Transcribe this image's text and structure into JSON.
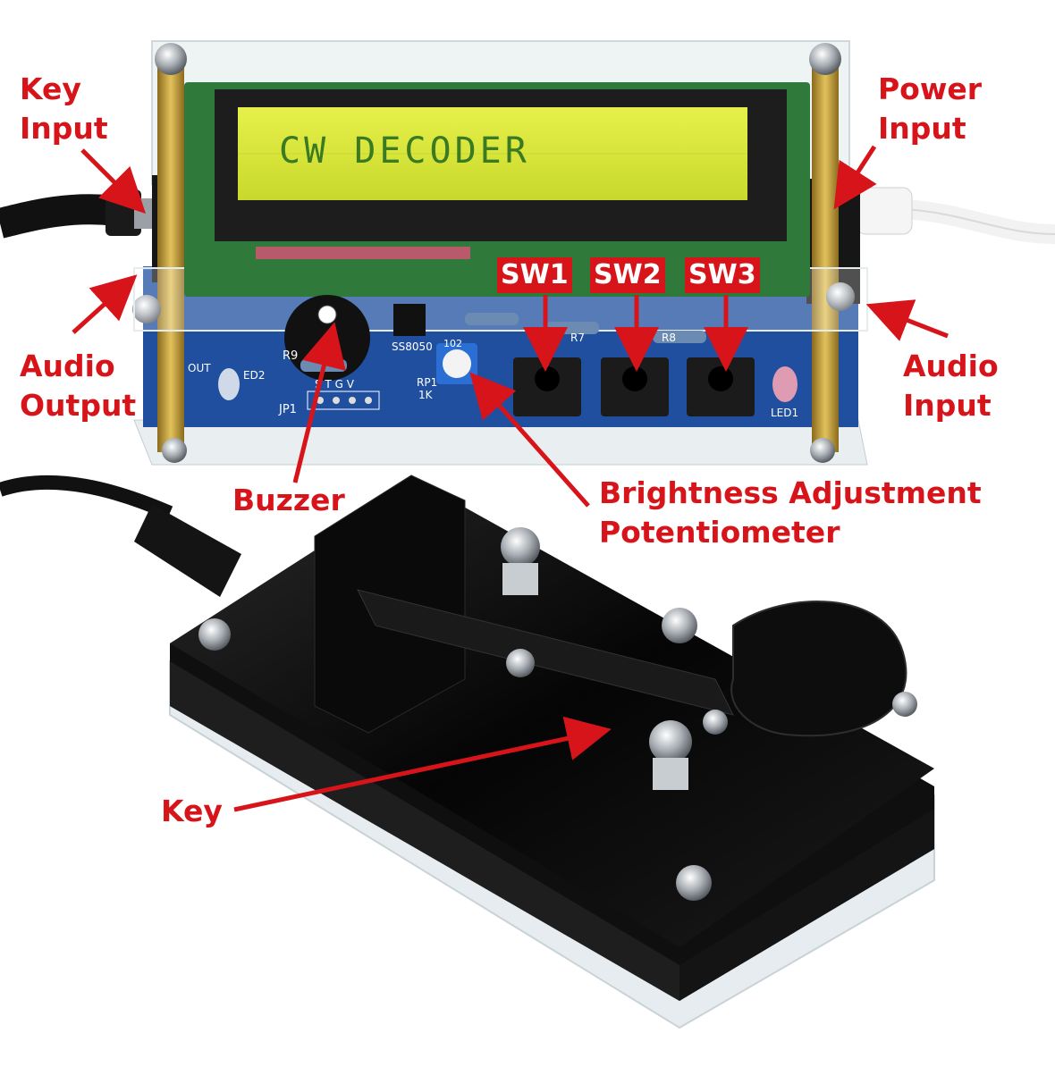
{
  "lcd": {
    "text": "CW DECODER"
  },
  "pcb": {
    "ss8050": "SS8050",
    "r9": "R9",
    "jp1": "JP1",
    "jp1_pins": "S T G V",
    "rp1": "RP1",
    "rp1_value": "1K",
    "pot_code": "102",
    "led1": "LED1",
    "led2": "ED2",
    "out": "OUT",
    "r7": "R7",
    "r8": "R8"
  },
  "labels": {
    "key_input_line1": "Key",
    "key_input_line2": "Input",
    "power_input_line1": "Power",
    "power_input_line2": "Input",
    "audio_output_line1": "Audio",
    "audio_output_line2": "Output",
    "audio_input_line1": "Audio",
    "audio_input_line2": "Input",
    "sw1": "SW1",
    "sw2": "SW2",
    "sw3": "SW3",
    "buzzer": "Buzzer",
    "brightness_line1": "Brightness Adjustment",
    "brightness_line2": "Potentiometer",
    "key": "Key"
  },
  "colors": {
    "annotation_red": "#d8141b",
    "lcd_yellow": "#d7e83a",
    "pcb_blue": "#1f4f9e",
    "acrylic_black": "#0d0d0d"
  }
}
